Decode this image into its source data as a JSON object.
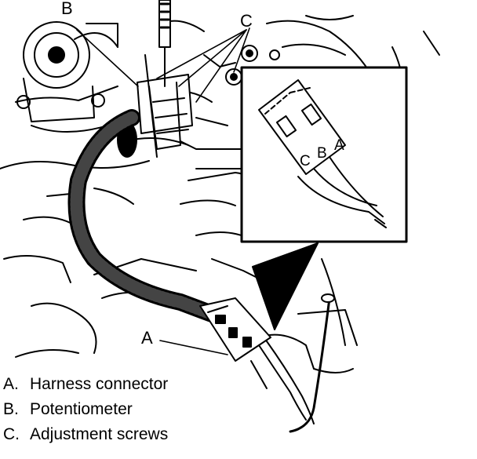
{
  "diagram": {
    "callouts": {
      "b": "B",
      "c": "C",
      "a": "A"
    },
    "inset_labels": {
      "c": "C",
      "b": "B",
      "a": "A"
    },
    "legend": [
      {
        "key": "A.",
        "label": "Harness connector"
      },
      {
        "key": "B.",
        "label": "Potentiometer"
      },
      {
        "key": "C.",
        "label": "Adjustment screws"
      }
    ]
  }
}
